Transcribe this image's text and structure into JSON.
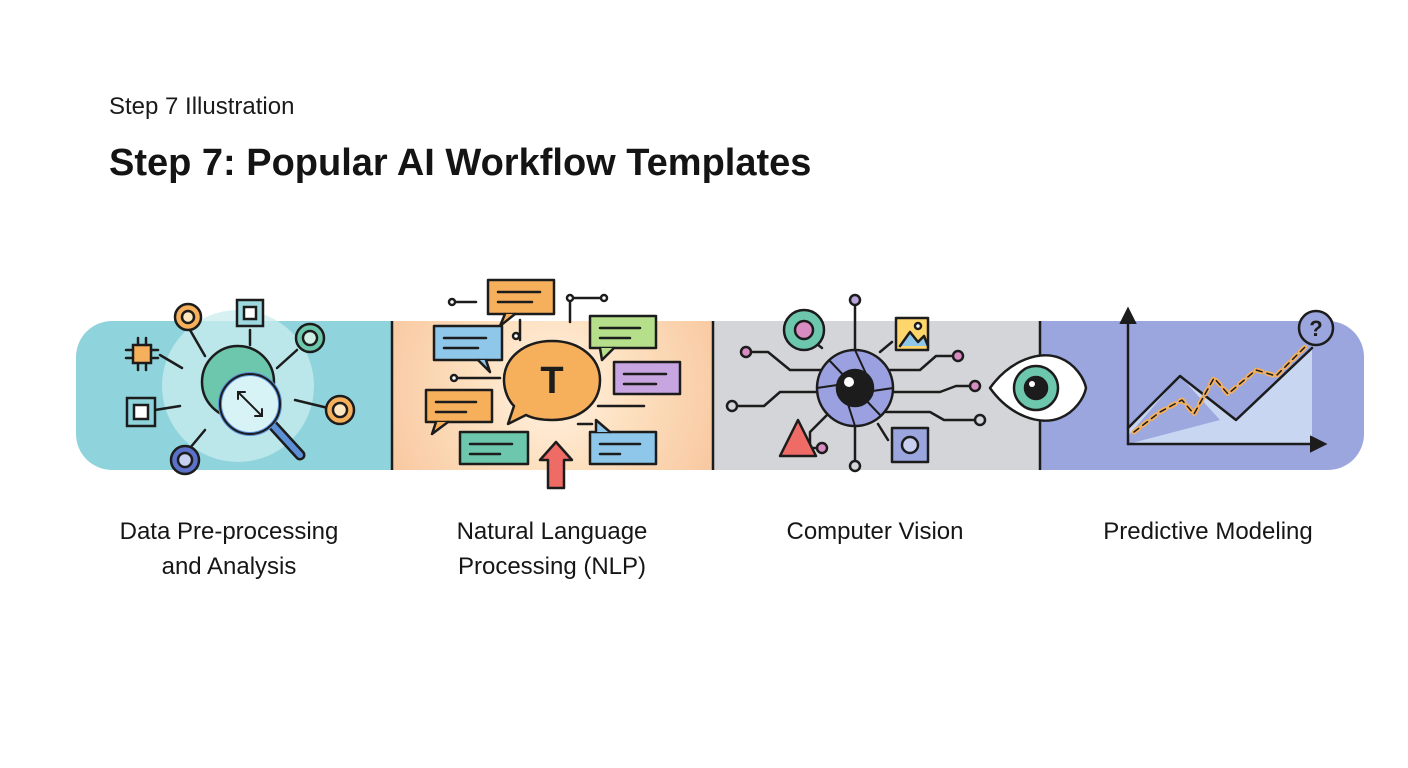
{
  "header": {
    "kicker": "Step 7 Illustration",
    "title": "Step 7: Popular AI Workflow Templates"
  },
  "workflows": [
    {
      "id": "data",
      "line1": "Data Pre-processing",
      "line2": "and Analysis",
      "color": "#8fd3dc",
      "icon": "magnifier-data-icon"
    },
    {
      "id": "nlp",
      "line1": "Natural Language",
      "line2": "Processing (NLP)",
      "color": "#fde0bf",
      "icon": "speech-bubble-icon"
    },
    {
      "id": "cv",
      "line1": "Computer Vision",
      "line2": "",
      "color": "#d4d5d8",
      "icon": "camera-aperture-eye-icon"
    },
    {
      "id": "pm",
      "line1": "Predictive Modeling",
      "line2": "",
      "color": "#9aa6dd",
      "icon": "trend-chart-icon"
    }
  ],
  "icons": {
    "nlp_center_letter": "T",
    "pm_question_mark": "?"
  },
  "colors": {
    "outline": "#1c1c1c",
    "teal": "#6cc7ad",
    "blue": "#5b8fd6",
    "orange": "#f6b05c",
    "purple": "#b8a6dc",
    "pink": "#d98cc2",
    "red": "#ee6b66",
    "yellow": "#ffd66b"
  }
}
